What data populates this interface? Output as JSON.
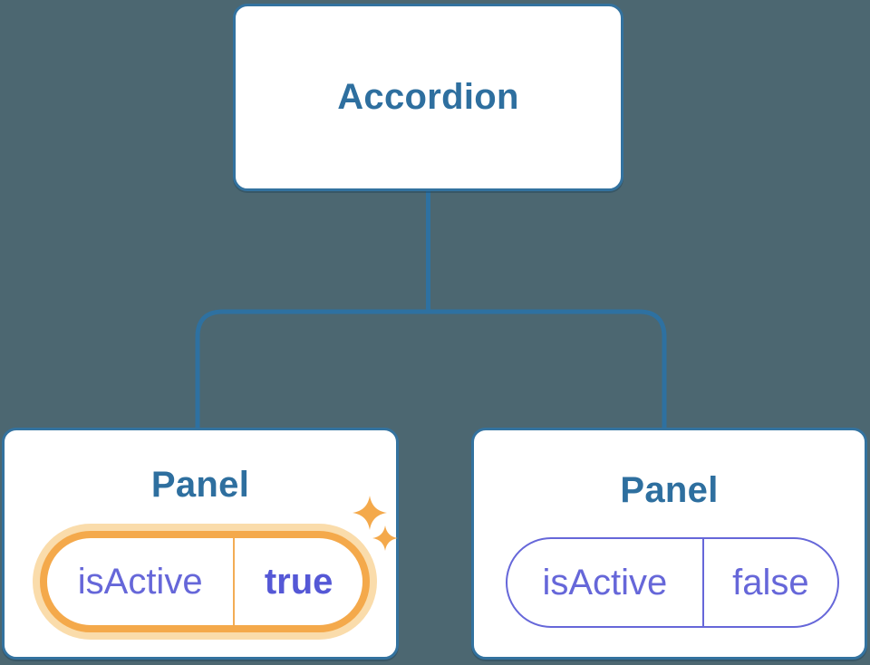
{
  "root_node": {
    "label": "Accordion"
  },
  "panels": [
    {
      "title": "Panel",
      "state": {
        "key": "isActive",
        "value": "true"
      },
      "highlighted": true
    },
    {
      "title": "Panel",
      "state": {
        "key": "isActive",
        "value": "false"
      },
      "highlighted": false
    }
  ],
  "icons": {
    "active_highlight": "sparkles-icon"
  },
  "colors": {
    "background": "#4C6771",
    "node_fill": "#FFFFFF",
    "node_border": "#33729F",
    "node_text": "#2E6F9F",
    "connector": "#2E71A1",
    "state_text": "#6667D9",
    "state_value_active": "#5558D6",
    "highlight_border": "#F4A94B",
    "highlight_halo": "#FADCAB"
  }
}
